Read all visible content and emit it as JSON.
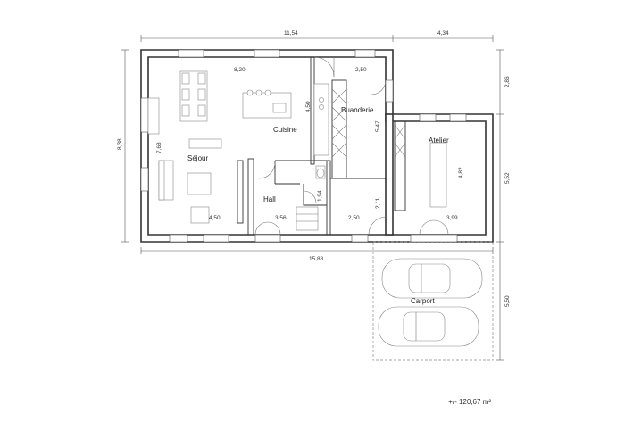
{
  "rooms": {
    "sejour": "Séjour",
    "cuisine": "Cuisine",
    "buanderie": "Buanderie",
    "atelier": "Atelier",
    "hall": "Hall",
    "carport": "Carport"
  },
  "dimensions": {
    "top_left": "11,54",
    "top_right": "4,34",
    "bottom_total": "15,88",
    "left_height": "8,38",
    "right_top": "2,86",
    "right_middle": "5,52",
    "right_carport": "5,50",
    "sejour_width": "8,20",
    "cuisine_depth": "4,50",
    "buanderie_width": "2,50",
    "buanderie_depth": "5,47",
    "sejour_depth": "7,68",
    "sejour_bottom": "4,50",
    "hall_width": "3,56",
    "wc_depth": "1,94",
    "corridor_width": "2,50",
    "corridor_depth": "2,11",
    "atelier_width": "3,99",
    "atelier_depth": "4,82"
  },
  "area": "+/- 120,67 m²"
}
